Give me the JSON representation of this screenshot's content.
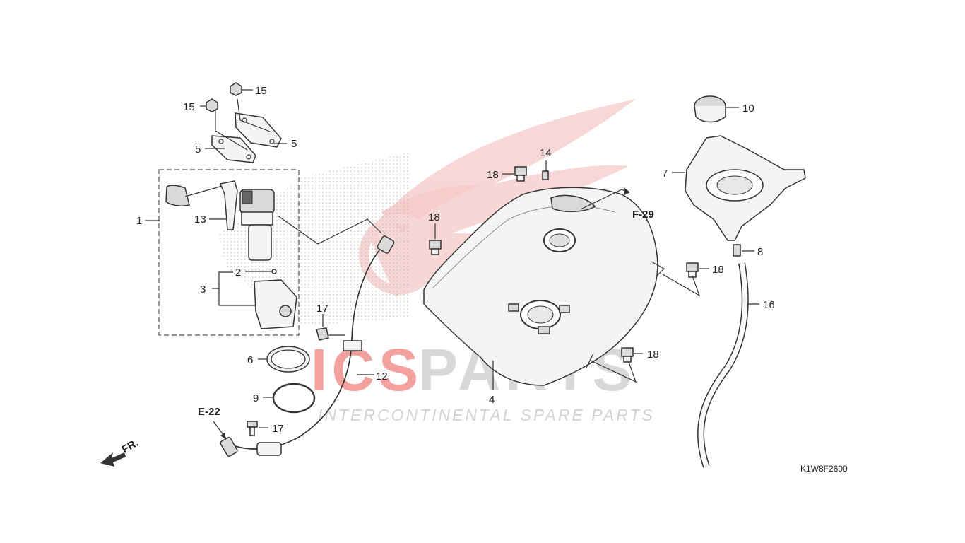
{
  "watermark": {
    "brand_red": "ICS",
    "brand_gray": "PARTS",
    "tagline": "INTERCONTINENTAL SPARE PARTS",
    "colors": {
      "red": "#e8534f",
      "gray": "#c8c8c8",
      "logo": "#f2b8b6"
    }
  },
  "diagram_code": "K1W8F2600",
  "refs": {
    "f29": "F-29",
    "e22": "E-22",
    "front": "FR."
  },
  "callouts": {
    "c1": "1",
    "c2": "2",
    "c3": "3",
    "c4": "4",
    "c5a": "5",
    "c5b": "5",
    "c6": "6",
    "c7": "7",
    "c8": "8",
    "c9": "9",
    "c10": "10",
    "c12": "12",
    "c13": "13",
    "c14": "14",
    "c15a": "15",
    "c15b": "15",
    "c16": "16",
    "c17a": "17",
    "c17b": "17",
    "c18a": "18",
    "c18b": "18",
    "c18c": "18",
    "c18d": "18"
  },
  "icons": [
    "fuel-tank-icon",
    "fuel-pump-icon",
    "fuel-cap-icon",
    "hose-icon",
    "bolt-icon",
    "front-arrow-icon"
  ]
}
